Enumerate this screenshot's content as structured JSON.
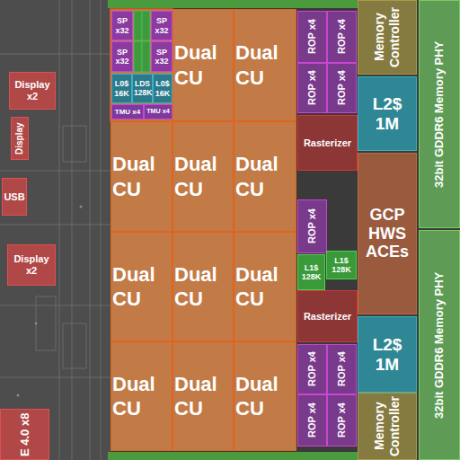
{
  "diagram": {
    "nodes": [
      {
        "text": [
          "SP x32"
        ]
      },
      {
        "text": [
          "SP x32"
        ]
      },
      {
        "text": [
          "SP x32"
        ]
      },
      {
        "text": [
          "SP x32"
        ]
      },
      {
        "text": [
          "L0$ 16K"
        ]
      },
      {
        "text": [
          "LDS 128K"
        ]
      },
      {
        "text": [
          "L0$ 16K"
        ]
      },
      {
        "text": [
          "TMU x4"
        ]
      },
      {
        "text": [
          "TMU x4"
        ]
      },
      {
        "text": [
          "Dual CU"
        ]
      },
      {
        "text": [
          "Dual CU"
        ]
      },
      {
        "text": [
          "Dual CU"
        ]
      },
      {
        "text": [
          "Dual CU"
        ]
      },
      {
        "text": [
          "Dual CU"
        ]
      },
      {
        "text": [
          "Dual CU"
        ]
      },
      {
        "text": [
          "Dual CU"
        ]
      },
      {
        "text": [
          "Dual CU"
        ]
      },
      {
        "text": [
          "Dual CU"
        ]
      },
      {
        "text": [
          "Dual CU"
        ]
      },
      {
        "text": [
          "Dual CU"
        ]
      },
      {
        "text": [
          "ROP x4"
        ]
      },
      {
        "text": [
          "ROP x4"
        ]
      },
      {
        "text": [
          "ROP x4"
        ]
      },
      {
        "text": [
          "ROP x4"
        ]
      },
      {
        "text": [
          "Rasterizer"
        ]
      },
      {
        "text": [
          "ROP x4"
        ]
      },
      {
        "text": [
          "L1$ 128K"
        ]
      },
      {
        "text": [
          "L1$ 128K"
        ]
      },
      {
        "text": [
          "Rasterizer"
        ]
      },
      {
        "text": [
          "ROP x4"
        ]
      },
      {
        "text": [
          "ROP x4"
        ]
      },
      {
        "text": [
          "ROP x4"
        ]
      },
      {
        "text": [
          "ROP x4"
        ]
      },
      {
        "text": [
          "Memory Controller"
        ]
      },
      {
        "text": [
          "L2$ 1M"
        ]
      },
      {
        "text": [
          "GCP HWS ACEs"
        ]
      },
      {
        "text": [
          "L2$ 1M"
        ]
      },
      {
        "text": [
          "Memory Controller"
        ]
      },
      {
        "text": [
          "32bit GDDR6 Memory PHY"
        ]
      },
      {
        "text": [
          "32bit GDDR6 Memory PHY"
        ]
      },
      {
        "text": [
          "Display x2"
        ]
      },
      {
        "text": [
          "Display"
        ]
      },
      {
        "text": [
          "USB"
        ]
      },
      {
        "text": [
          "Display x2"
        ]
      },
      {
        "text": [
          "E 4.0 x8"
        ]
      }
    ]
  }
}
